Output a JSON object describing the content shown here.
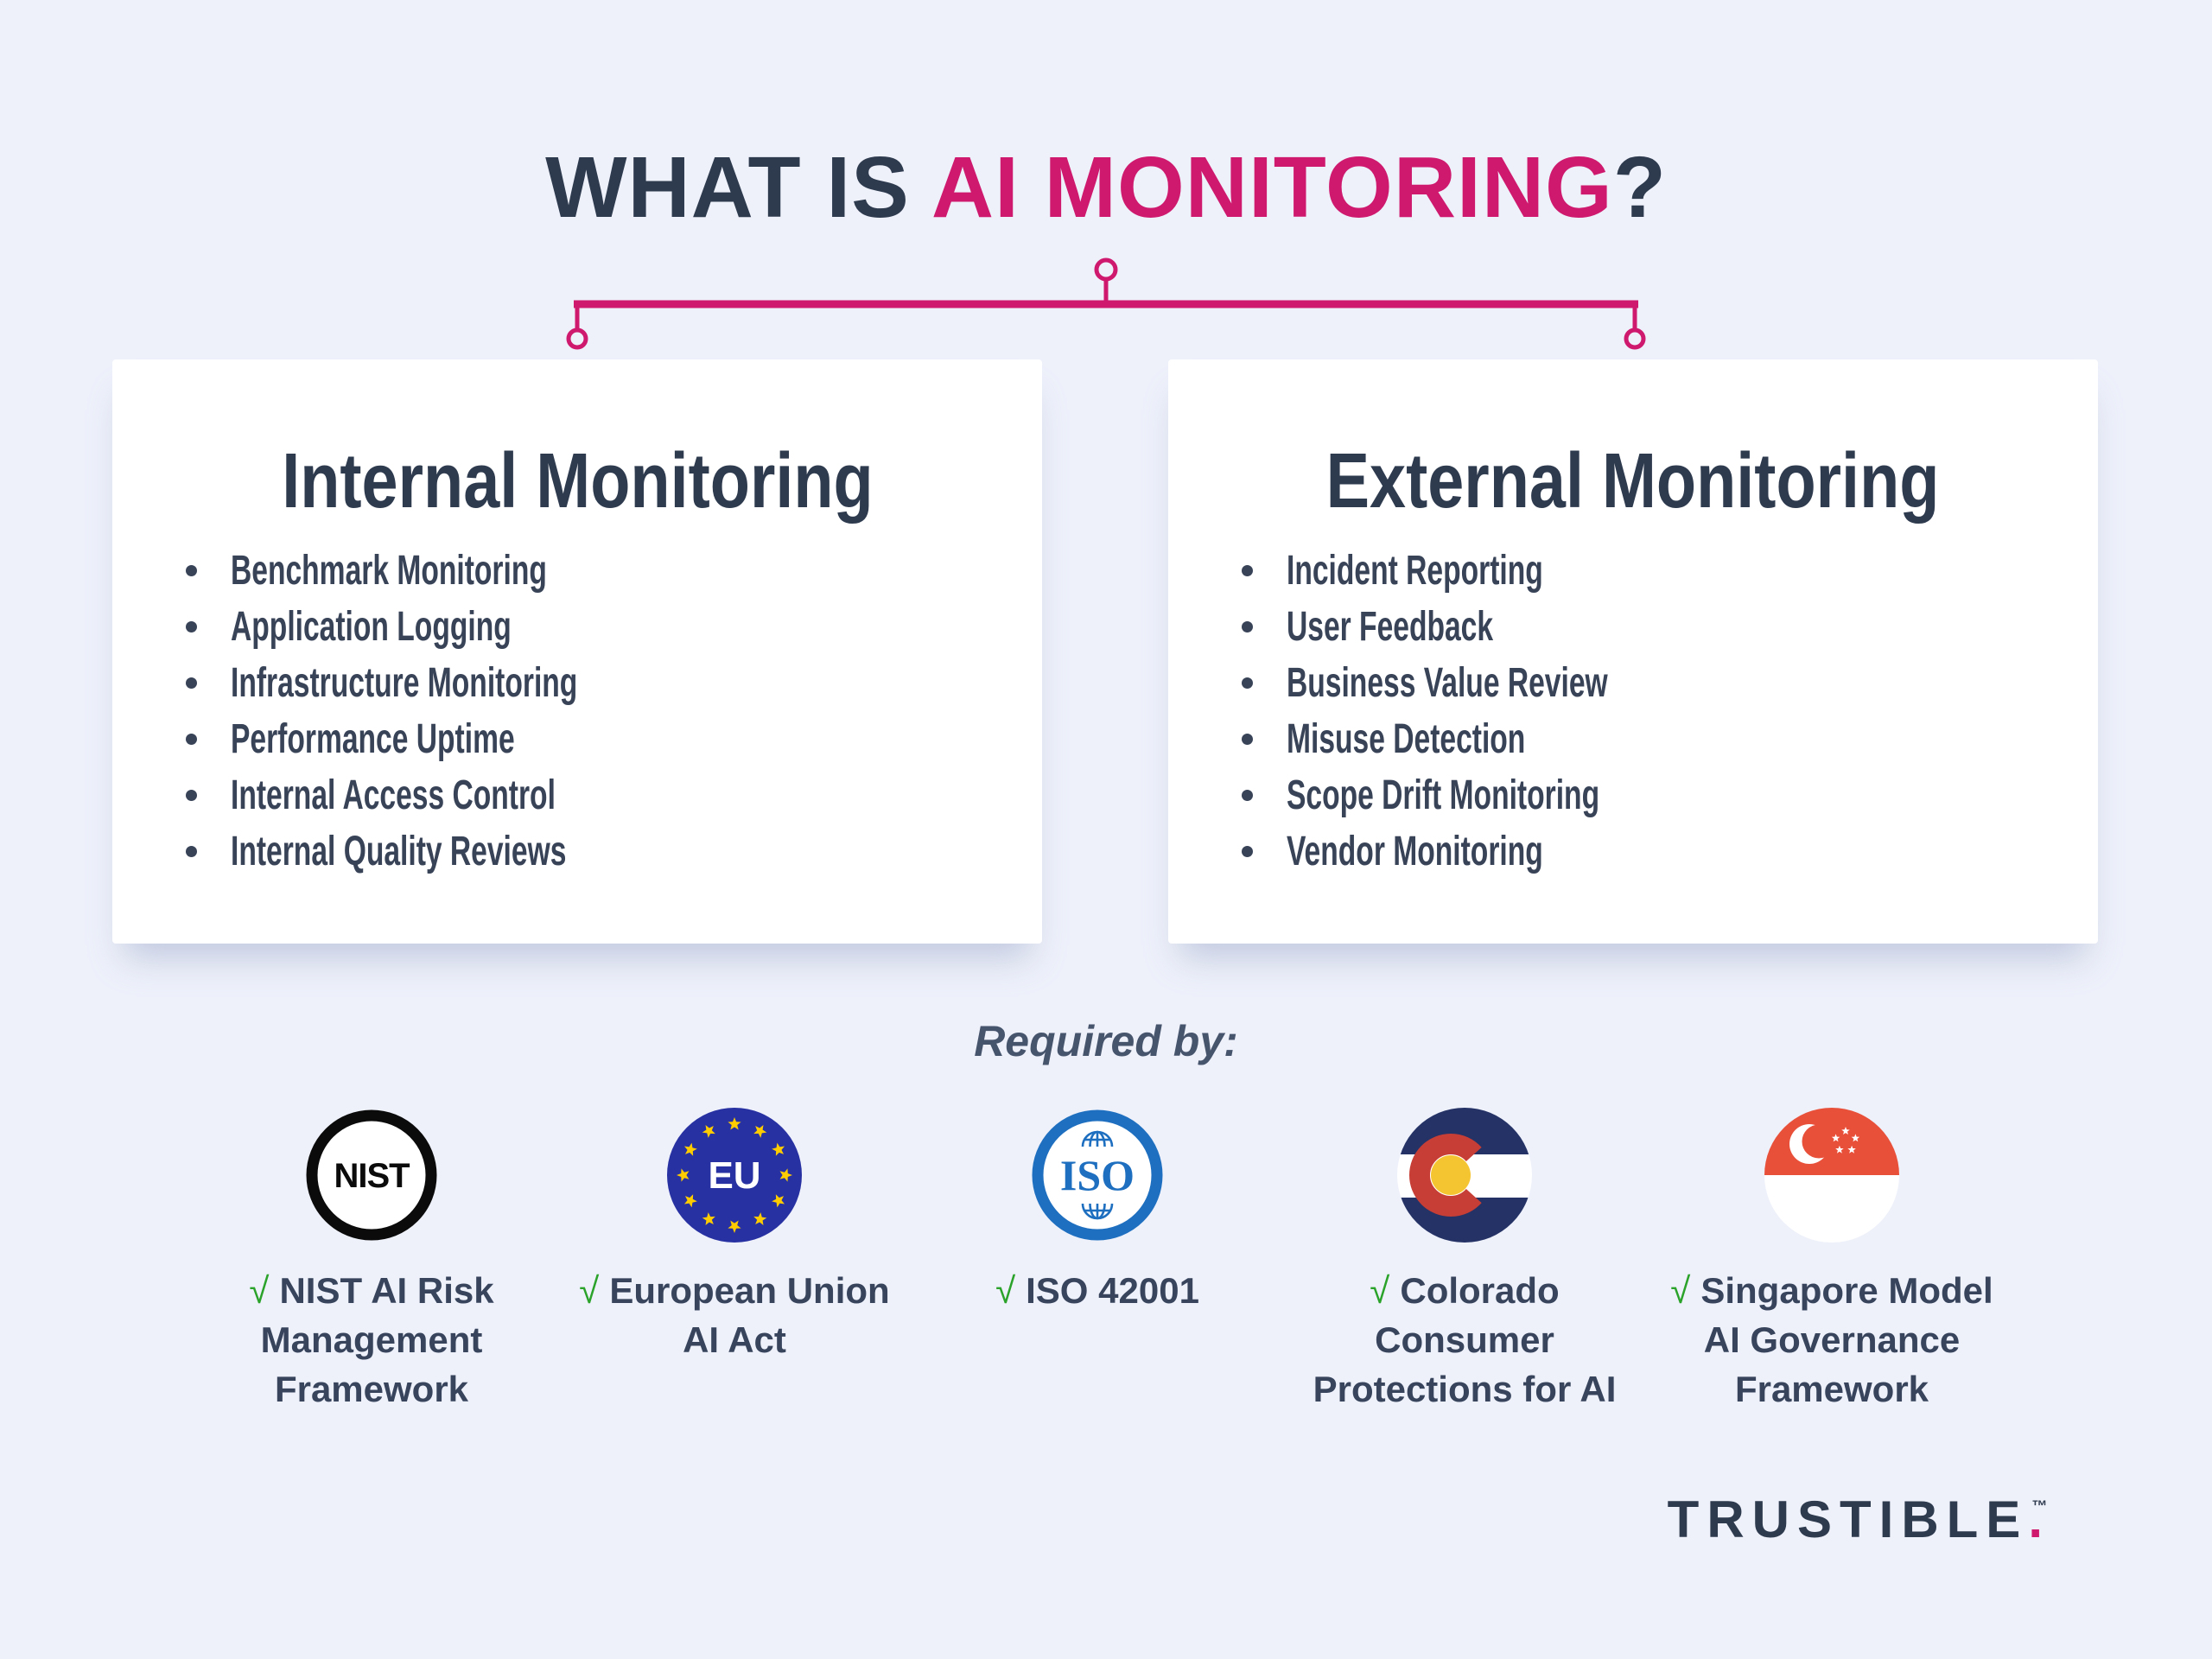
{
  "title": {
    "prefix": "WHAT IS ",
    "highlight": "AI MONITORING",
    "suffix": "?"
  },
  "cards": [
    {
      "title": "Internal Monitoring",
      "items": [
        "Benchmark Monitoring",
        "Application Logging",
        "Infrastructure Monitoring",
        "Performance Uptime",
        "Internal Access Control",
        "Internal Quality Reviews"
      ]
    },
    {
      "title": "External Monitoring",
      "items": [
        "Incident Reporting",
        "User Feedback",
        "Business Value Review",
        "Misuse Detection",
        "Scope Drift Monitoring",
        "Vendor Monitoring"
      ]
    }
  ],
  "required_by": {
    "label": "Required by:",
    "check_glyph": "√",
    "badges": [
      {
        "logo": "nist",
        "logo_text": "NIST",
        "lines": [
          "NIST AI Risk",
          "Management",
          "Framework"
        ]
      },
      {
        "logo": "eu",
        "logo_text": "EU",
        "lines": [
          "European Union",
          "AI Act"
        ]
      },
      {
        "logo": "iso",
        "logo_text": "ISO",
        "lines": [
          "ISO 42001"
        ]
      },
      {
        "logo": "colorado",
        "lines": [
          "Colorado",
          "Consumer",
          "Protections for AI"
        ]
      },
      {
        "logo": "singapore",
        "lines": [
          "Singapore Model",
          "AI Governance",
          "Framework"
        ]
      }
    ]
  },
  "brand": {
    "name": "TRUSTIBLE",
    "dot": ".",
    "tm": "™"
  },
  "colors": {
    "background": "#EEF1FA",
    "card_bg": "#FFFFFF",
    "navy": "#2E3A4E",
    "text": "#384358",
    "caption": "#37445C",
    "muted_navy": "#46546C",
    "accent_pink": "#CE196E",
    "green_check": "#2BA32B",
    "nist_black": "#0B0B0B",
    "eu_blue": "#2731A2",
    "eu_star_gold": "#FFCC00",
    "iso_blue": "#1E6FC0",
    "colorado_blue": "#243266",
    "colorado_red": "#C63E35",
    "colorado_gold": "#F5C431",
    "singapore_red": "#E8503A"
  }
}
